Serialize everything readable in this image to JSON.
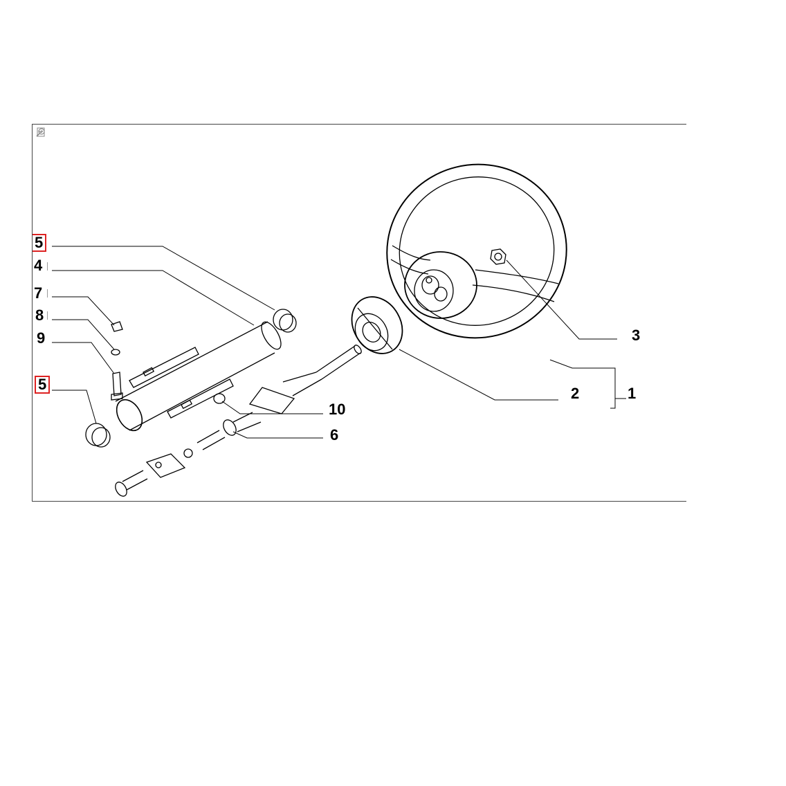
{
  "toolbar": {
    "icons": [
      "fit-page-icon",
      "zoom-in-icon",
      "zoom-out-icon"
    ]
  },
  "callouts": {
    "c5_top": "5",
    "c4": "4",
    "c7": "7",
    "c8": "8",
    "c9": "9",
    "c5_bottom": "5",
    "c10": "10",
    "c6": "6",
    "c3": "3",
    "c2": "2",
    "c1": "1"
  },
  "colors": {
    "highlight": "#dd2222",
    "line": "#000000"
  }
}
